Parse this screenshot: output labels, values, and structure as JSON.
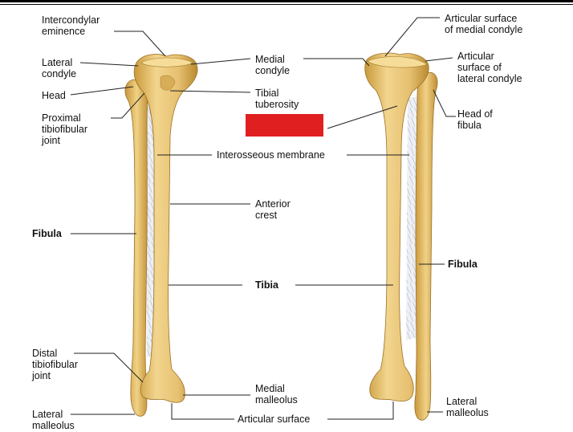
{
  "labels": {
    "intercondylar": [
      "Intercondylar",
      "eminence"
    ],
    "lateral_condyle": [
      "Lateral",
      "condyle"
    ],
    "head": "Head",
    "proximal_joint": [
      "Proximal",
      "tibiofibular",
      "joint"
    ],
    "fibula_left": "Fibula",
    "distal_joint": [
      "Distal",
      "tibiofibular",
      "joint"
    ],
    "lateral_malleolus_left": [
      "Lateral",
      "malleolus"
    ],
    "medial_condyle": [
      "Medial",
      "condyle"
    ],
    "tibial_tuberosity": [
      "Tibial",
      "tuberosity"
    ],
    "interosseous": "Interosseous membrane",
    "anterior_crest": [
      "Anterior",
      "crest"
    ],
    "tibia": "Tibia",
    "medial_malleolus": [
      "Medial",
      "malleolus"
    ],
    "articular_surface": "Articular surface",
    "art_medial": [
      "Articular surface",
      "of medial condyle"
    ],
    "art_lateral": [
      "Articular",
      "surface of",
      "lateral condyle"
    ],
    "head_of_fibula": [
      "Head of",
      "fibula"
    ],
    "fibula_right": "Fibula",
    "lateral_malleolus_right": [
      "Lateral",
      "malleolus"
    ]
  },
  "colors": {
    "bone_fill": "#e9c77a",
    "bone_shadow": "#c99a3c",
    "bone_highlight": "#f7e3a8",
    "membrane": "#c9d0dc",
    "redacted_box": "#e02020"
  }
}
